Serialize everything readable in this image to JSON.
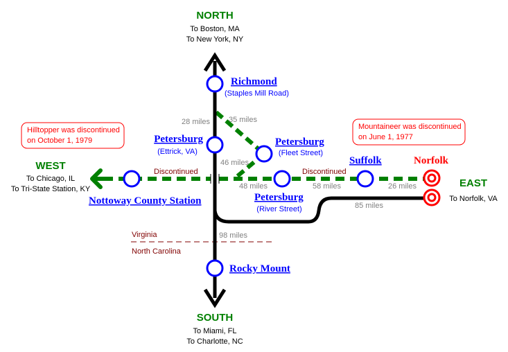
{
  "directions": {
    "north": {
      "label": "NORTH",
      "lines": [
        "To Boston, MA",
        "To New York, NY"
      ]
    },
    "south": {
      "label": "SOUTH",
      "lines": [
        "To Miami, FL",
        "To Charlotte, NC"
      ]
    },
    "west": {
      "label": "WEST",
      "lines": [
        "To Chicago, IL",
        "To Tri-State Station, KY"
      ]
    },
    "east": {
      "label": "EAST",
      "lines": [
        "To Norfolk, VA"
      ]
    }
  },
  "stations": {
    "richmond": {
      "name": "Richmond",
      "sub": "(Staples Mill Road)"
    },
    "petersburg_ettrick": {
      "name": "Petersburg",
      "sub": "(Ettrick, VA)"
    },
    "petersburg_fleet": {
      "name": "Petersburg",
      "sub": "(Fleet Street)"
    },
    "petersburg_river": {
      "name": "Petersburg",
      "sub": "(River Street)"
    },
    "nottoway": {
      "name": "Nottoway County Station"
    },
    "suffolk": {
      "name": "Suffolk"
    },
    "norfolk": {
      "name": "Norfolk"
    },
    "rocky_mount": {
      "name": "Rocky Mount"
    }
  },
  "distances": {
    "d28": "28 miles",
    "d35": "35 miles",
    "d46": "46 miles",
    "d48": "48 miles",
    "d58": "58 miles",
    "d26": "26 miles",
    "d85": "85 miles",
    "d98": "98 miles"
  },
  "labels": {
    "discontinued_west": "Discontinued",
    "discontinued_east": "Discontinued",
    "virginia": "Virginia",
    "north_carolina": "North Carolina"
  },
  "notes": {
    "hilltopper": [
      "Hilltopper was discontinued",
      "on October 1, 1979"
    ],
    "mountaineer": [
      "Mountaineer was discontinued",
      "on June 1, 1977"
    ]
  },
  "colors": {
    "active_line": "#000000",
    "discontinued_line": "#008000",
    "station_ring": "#0000ff",
    "terminal_ring": "#ff0000",
    "state_border": "#800000"
  }
}
